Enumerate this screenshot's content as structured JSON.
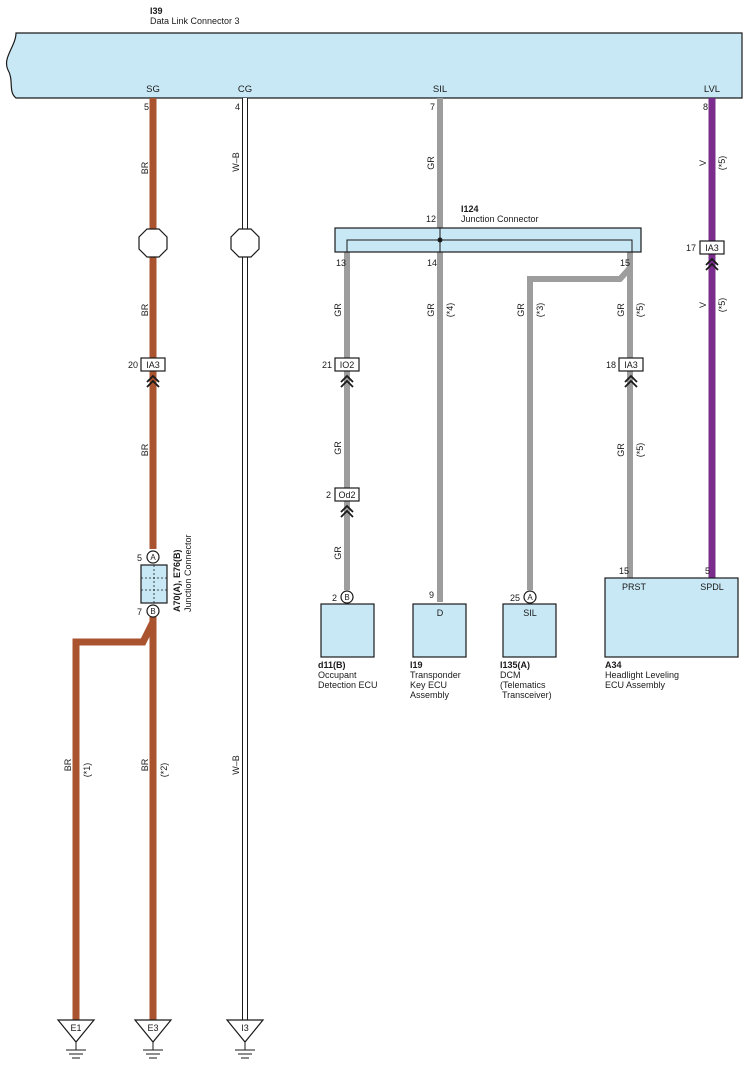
{
  "colors": {
    "component_fill": "#c9e8f5",
    "wire_BR": "#a9532f",
    "wire_GR": "#9d9d9d",
    "wire_V": "#7b2d8e",
    "wire_WB": "#ffffff",
    "outline": "#1a1a1a"
  },
  "dlc3": {
    "code": "I39",
    "name": "Data Link Connector 3",
    "terminals": [
      {
        "label": "SG",
        "pin": "5"
      },
      {
        "label": "CG",
        "pin": "4"
      },
      {
        "label": "SIL",
        "pin": "7"
      },
      {
        "label": "LVL",
        "pin": "8"
      }
    ]
  },
  "junction_i124": {
    "code": "I124",
    "name": "Junction Connector",
    "pins": {
      "in": "12",
      "p13": "13",
      "p14": "14",
      "p15": "15"
    }
  },
  "junction_a70": {
    "code": "A70(A), E76(B)",
    "name": "Junction Connector",
    "pin_top": "5",
    "pin_top_letter": "A",
    "pin_bottom": "7",
    "pin_bottom_letter": "B"
  },
  "inline_connectors": {
    "ia3_left": {
      "pin": "20",
      "code": "IA3"
    },
    "io2": {
      "pin": "21",
      "code": "IO2"
    },
    "od2": {
      "pin": "2",
      "code": "Od2"
    },
    "ia3_mid": {
      "pin": "18",
      "code": "IA3"
    },
    "ia3_right": {
      "pin": "17",
      "code": "IA3"
    }
  },
  "wires": {
    "br": "BR",
    "wb": "W–B",
    "gr": "GR",
    "v": "V",
    "note1": "(*1)",
    "note2": "(*2)",
    "note3": "(*3)",
    "note4": "(*4)",
    "note5": "(*5)"
  },
  "components": {
    "d11": {
      "code": "d11(B)",
      "name_lines": [
        "Occupant",
        "Detection ECU"
      ],
      "pin": "2",
      "pin_letter": "B"
    },
    "i19": {
      "code": "I19",
      "name_lines": [
        "Transponder",
        "Key ECU",
        "Assembly"
      ],
      "pin": "9",
      "terminal": "D"
    },
    "i135": {
      "code": "I135(A)",
      "name_lines": [
        "DCM",
        "(Telematics",
        "Transceiver)"
      ],
      "pin": "25",
      "pin_letter": "A",
      "terminal": "SIL"
    },
    "a34": {
      "code": "A34",
      "name_lines": [
        "Headlight Leveling",
        "ECU Assembly"
      ],
      "pin_prst": "15",
      "terminal_prst": "PRST",
      "pin_spdl": "5",
      "terminal_spdl": "SPDL"
    }
  },
  "grounds": [
    "E1",
    "E3",
    "I3"
  ]
}
